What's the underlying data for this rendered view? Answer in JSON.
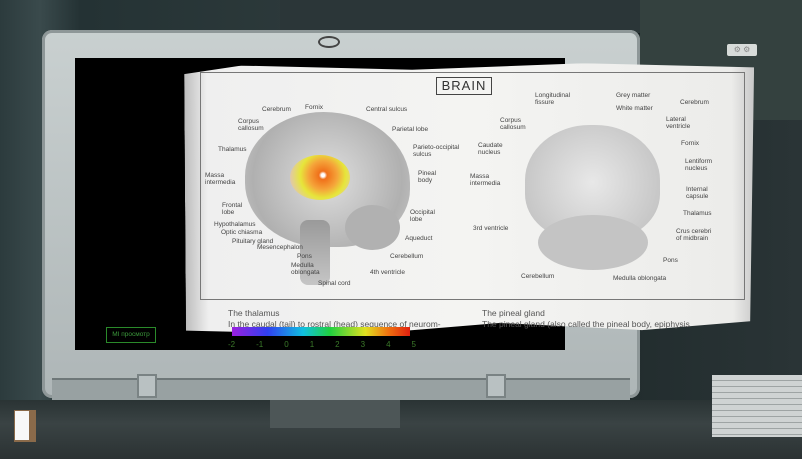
{
  "page": {
    "title": "BRAIN"
  },
  "left_labels": [
    "Cerebrum",
    "Fornix",
    "Central sulcus",
    "Corpus\ncallosum",
    "Parietal lobe",
    "Thalamus",
    "Parieto-occipital\nsulcus",
    "Massa\nintermedia",
    "Pineal\nbody",
    "Frontal\nlobe",
    "Occipital\nlobe",
    "Hypothalamus",
    "Optic chiasma",
    "Aqueduct",
    "Pituitary gland",
    "Mesencephalon",
    "Cerebellum",
    "Pons",
    "Medulla\noblongata",
    "4th ventricle",
    "Spinal cord"
  ],
  "right_labels": [
    "Longitudinal\nfissure",
    "Grey matter",
    "White matter",
    "Cerebrum",
    "Corpus\ncallosum",
    "Lateral\nventricle",
    "Caudate\nnucleus",
    "Fornix",
    "Lentiform\nnucleus",
    "Massa\nintermedia",
    "Internal\ncapsule",
    "Thalamus",
    "3rd ventricle",
    "Crus cerebri\nof midbrain",
    "Pons",
    "Cerebellum",
    "Medulla oblongata"
  ],
  "text": {
    "left_heading": "The thalamus",
    "left_body": "In the caudal (tail) to rostral (head) sequence of neurom-",
    "right_heading": "The pineal gland",
    "right_body": "The pineal gland (also called the pineal body, epiphysis"
  },
  "colorbar": {
    "ticks": [
      "-2",
      "-1",
      "0",
      "1",
      "2",
      "3",
      "4",
      "5"
    ],
    "min": -2,
    "max": 5
  },
  "buttons": {
    "mi_view": "MI просмотр",
    "corner": "⚙ ⚙"
  },
  "icons": {
    "exit": "door-icon",
    "eye": "eye-icon"
  }
}
